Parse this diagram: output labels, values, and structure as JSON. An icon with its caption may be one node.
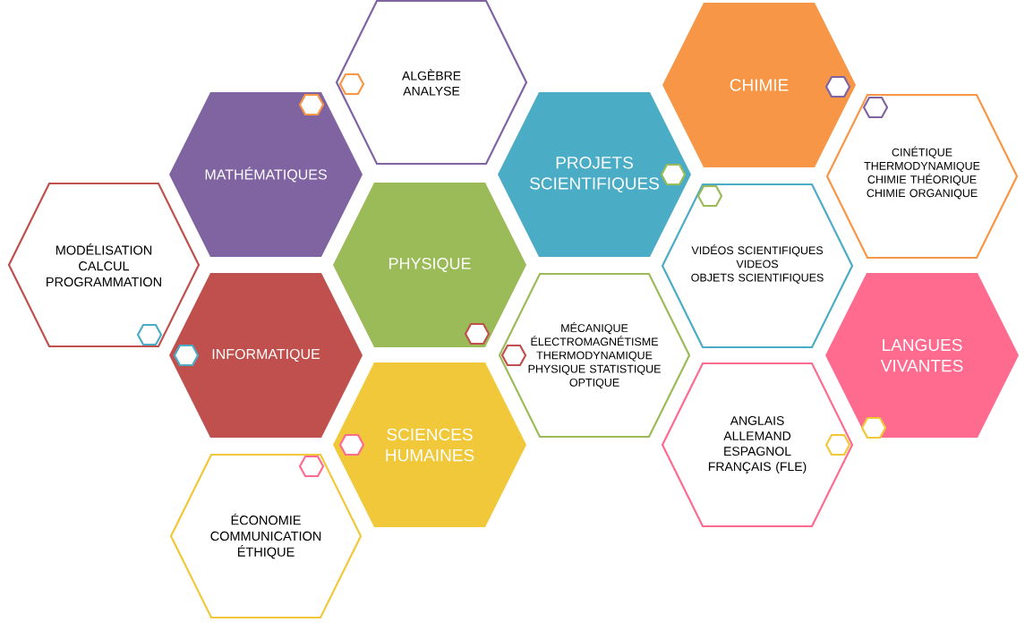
{
  "diagram": {
    "nodes": [
      {
        "text": [
          "ALGÈBRE",
          "ANALYSE"
        ]
      },
      {
        "text": [
          "MATHÉMATIQUES"
        ]
      },
      {
        "text": [
          "CHIMIE"
        ]
      },
      {
        "text": [
          "PROJETS SCIENTIFIQUES"
        ]
      },
      {
        "text": [
          "CINÉTIQUE",
          "THERMODYNAMIQUE",
          "CHIMIE THÉORIQUE",
          "CHIMIE ORGANIQUE"
        ]
      },
      {
        "text": [
          "MODÉLISATION",
          "CALCUL",
          "PROGRAMMATION"
        ]
      },
      {
        "text": [
          "PHYSIQUE"
        ]
      },
      {
        "text": [
          "VIDÉOS SCIENTIFIQUES",
          "VIDEOS",
          "OBJETS SCIENTIFIQUES"
        ]
      },
      {
        "text": [
          "INFORMATIQUE"
        ]
      },
      {
        "text": [
          "MÉCANIQUE",
          "ÉLECTROMAGNÉTISME",
          "THERMODYNAMIQUE",
          "PHYSIQUE  STATISTIQUE",
          "OPTIQUE"
        ]
      },
      {
        "text": [
          "LANGUES VIVANTES"
        ]
      },
      {
        "text": [
          "SCIENCES HUMAINES"
        ]
      },
      {
        "text": [
          "ANGLAIS",
          "ALLEMAND",
          "ESPAGNOL",
          "FRANÇAIS (FLE)"
        ]
      },
      {
        "text": [
          "ÉCONOMIE",
          "COMMUNICATION",
          "ÉTHIQUE"
        ]
      }
    ]
  }
}
